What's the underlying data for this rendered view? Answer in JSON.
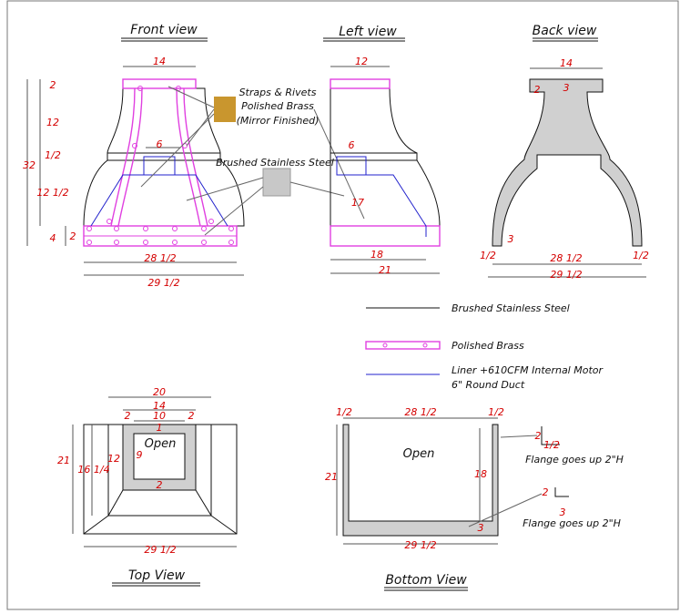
{
  "views": {
    "front": "Front view",
    "left": "Left view",
    "back": "Back view",
    "top": "Top View",
    "bottom": "Bottom View"
  },
  "callouts": {
    "straps_line1": "Straps &  Rivets",
    "straps_line2": "Polished Brass",
    "straps_line3": "(Mirror Finished)",
    "steel": "Brushed Stainless Steel"
  },
  "legend": [
    {
      "label": "Brushed Stainless Steel",
      "color": "#111111"
    },
    {
      "label": "Polished Brass",
      "color": "#e040e0"
    },
    {
      "label": "Liner +610CFM Internal Motor",
      "label2": "6\" Round Duct",
      "color": "#2222cc"
    }
  ],
  "swatches": {
    "brass": "#c9962e",
    "steel": "#c8c8c8"
  },
  "open_top": "Open",
  "open_bottom": "Open",
  "flange_1": "Flange goes up 2\"H",
  "flange_2": "Flange goes up 2\"H",
  "dims": {
    "front_14": "14",
    "front_2": "2",
    "front_12": "12",
    "front_32": "32",
    "front_half": "1/2",
    "front_6": "6",
    "front_12half": "12 1/2",
    "front_4": "4",
    "front_2b": "2",
    "front_28half": "28 1/2",
    "front_29half": "29 1/2",
    "left_12": "12",
    "left_6": "6",
    "left_17": "17",
    "left_18": "18",
    "left_21": "21",
    "back_14": "14",
    "back_2": "2",
    "back_3": "3",
    "back_3b": "3",
    "back_half_l": "1/2",
    "back_half_r": "1/2",
    "back_28half": "28 1/2",
    "back_29half": "29 1/2",
    "top_20": "20",
    "top_14": "14",
    "top_10": "10",
    "top_2l": "2",
    "top_2r": "2",
    "top_1": "1",
    "top_21": "21",
    "top_16": "16 1/4",
    "top_12": "12",
    "top_9": "9",
    "top_2b": "2",
    "top_29half": "29 1/2",
    "bot_half_l": "1/2",
    "bot_28half": "28 1/2",
    "bot_half_r": "1/2",
    "bot_21": "21",
    "bot_18": "18",
    "bot_3": "3",
    "bot_29half": "29 1/2",
    "fl_2a": "2",
    "fl_half": "1/2",
    "fl_2b": "2",
    "fl_3": "3"
  }
}
